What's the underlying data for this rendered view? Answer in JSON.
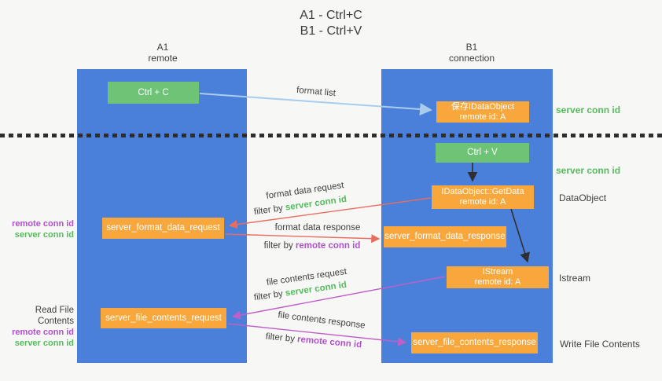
{
  "title": {
    "line1": "A1 - Ctrl+C",
    "line2": "B1 - Ctrl+V"
  },
  "lanes": {
    "left": {
      "title": "A1",
      "subtitle": "remote"
    },
    "right": {
      "title": "B1",
      "subtitle": "connection"
    }
  },
  "nodes": {
    "ctrl_c": {
      "label": "Ctrl + C"
    },
    "ctrl_v": {
      "label": "Ctrl + V"
    },
    "save_idataobject": {
      "line1": "保存IDataObject",
      "line2": "remote id: A"
    },
    "getdata": {
      "line1": "IDataObject::GetData",
      "line2": "remote id: A"
    },
    "istream": {
      "line1": "IStream",
      "line2": "remote id: A"
    },
    "format_data_request": {
      "label": "server_format_data_request"
    },
    "format_data_response": {
      "label": "server_format_data_response"
    },
    "file_contents_request": {
      "label": "server_file_contents_request"
    },
    "file_contents_response": {
      "label": "server_file_contents_response"
    }
  },
  "arrow_labels": {
    "format_list": "format list",
    "format_data_request": "format data request",
    "format_data_request_filter": {
      "prefix": "filter by ",
      "value": "server conn id"
    },
    "format_data_response": "format data response",
    "format_data_response_filter": {
      "prefix": "filter by ",
      "value": "remote conn id"
    },
    "file_contents_request": "file contents request",
    "file_contents_request_filter": {
      "prefix": "filter by ",
      "value": "server conn id"
    },
    "file_contents_response": "file contents response",
    "file_contents_response_filter": {
      "prefix": "filter by ",
      "value": "remote conn id"
    }
  },
  "side_labels": {
    "server_conn_id_top": "server conn id",
    "server_conn_id_mid": "server conn id",
    "dataobject": "DataObject",
    "istream": "Istream",
    "write_file_contents": "Write File Contents",
    "read_file_contents": "Read File Contents",
    "left1": {
      "remote": "remote conn id",
      "server": "server conn id"
    },
    "left2": {
      "remote": "remote conn id",
      "server": "server conn id"
    }
  },
  "colors": {
    "lane_blue": "#4a80d9",
    "node_green": "#6ec377",
    "node_orange": "#f8a73c",
    "arrow_lightblue": "#a8cdec",
    "arrow_red": "#e96c5f",
    "arrow_magenta": "#c05fc8",
    "arrow_black": "#2f2f2f",
    "text_green": "#56bb5e",
    "text_purple": "#b052c8",
    "text_dark": "#3f3f3f"
  }
}
